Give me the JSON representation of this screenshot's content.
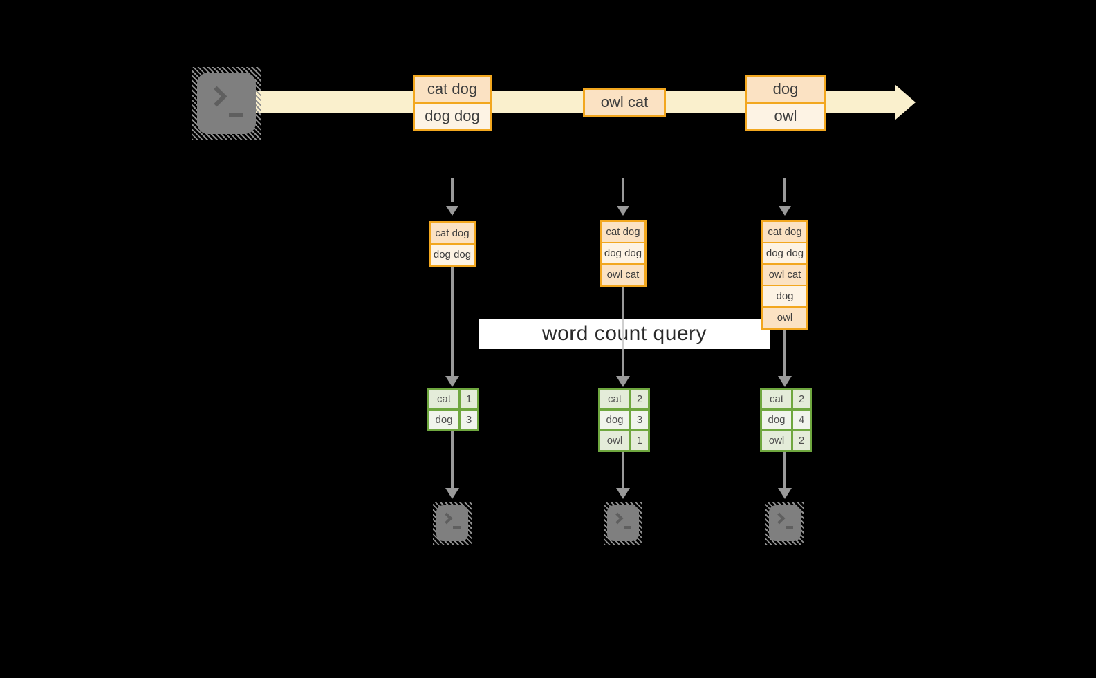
{
  "banner": {
    "label": "word count query"
  },
  "stream": {
    "source_icon": "terminal-icon",
    "batches": [
      {
        "rows": [
          "cat dog",
          "dog dog"
        ]
      },
      {
        "rows": [
          "owl cat"
        ]
      },
      {
        "rows": [
          "dog",
          "owl"
        ]
      }
    ]
  },
  "states": [
    {
      "rows": [
        "cat dog",
        "dog dog"
      ]
    },
    {
      "rows": [
        "cat dog",
        "dog dog",
        "owl cat"
      ]
    },
    {
      "rows": [
        "cat dog",
        "dog dog",
        "owl cat",
        "dog",
        "owl"
      ]
    }
  ],
  "counts": [
    {
      "rows": [
        {
          "word": "cat",
          "count": "1"
        },
        {
          "word": "dog",
          "count": "3"
        }
      ]
    },
    {
      "rows": [
        {
          "word": "cat",
          "count": "2"
        },
        {
          "word": "dog",
          "count": "3"
        },
        {
          "word": "owl",
          "count": "1"
        }
      ]
    },
    {
      "rows": [
        {
          "word": "cat",
          "count": "2"
        },
        {
          "word": "dog",
          "count": "4"
        },
        {
          "word": "owl",
          "count": "2"
        }
      ]
    }
  ],
  "sink_icons": [
    "terminal-icon",
    "terminal-icon",
    "terminal-icon"
  ],
  "colors": {
    "bg": "#000000",
    "orange": "#F2A71F",
    "peach": "#FBE2C3",
    "cream": "#FDF3E4",
    "band": "#FAF0CD",
    "green": "#6FA73F",
    "greendark": "#E4ECD9",
    "greenlight": "#F1F4EC",
    "gray": "#9A9A9A",
    "termgray": "#7F7F7F",
    "bannerbg": "#FFFFFF"
  }
}
